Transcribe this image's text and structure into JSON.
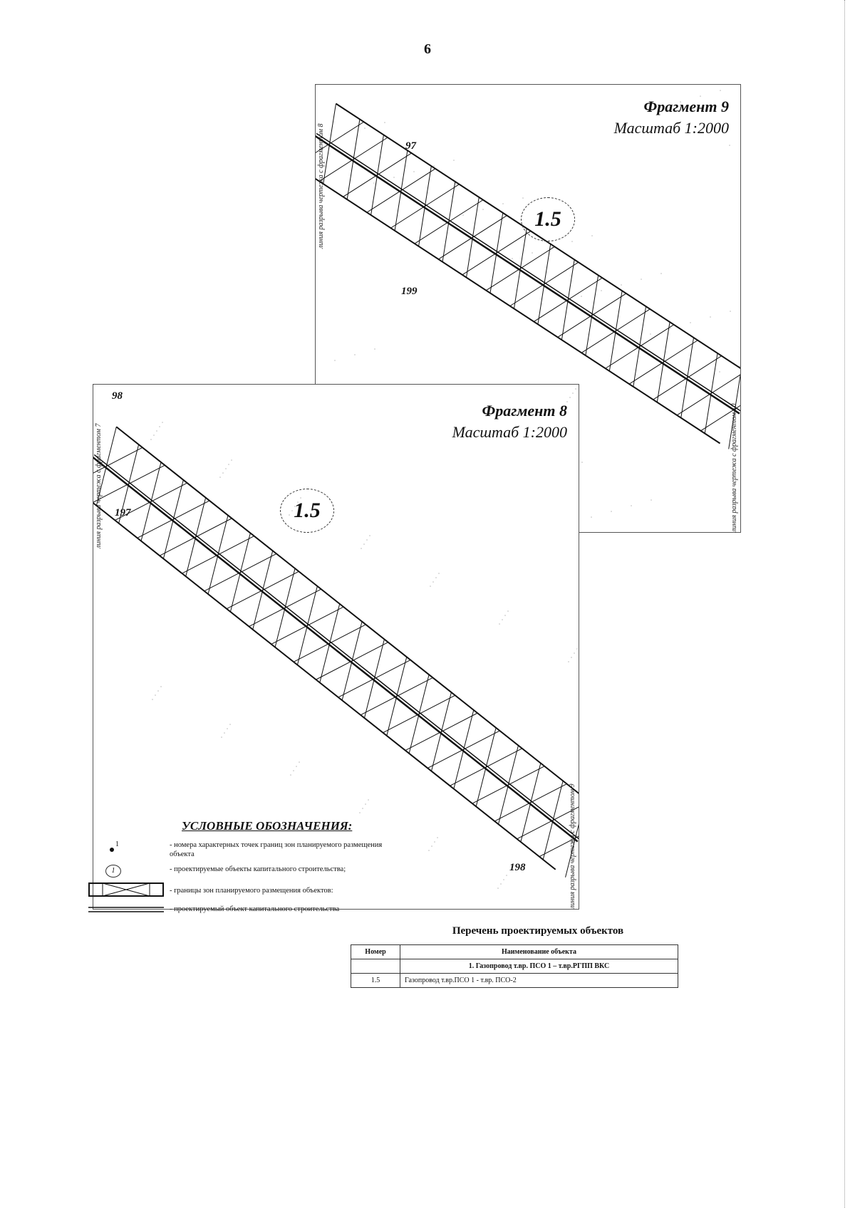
{
  "page": {
    "number": "6"
  },
  "fragments": [
    {
      "name": "Фрагмент 9",
      "scale": "Масштаб 1:2000",
      "left_label": "линия разрыва чертежа с фрагментом 8",
      "right_label": "линия разрыва чертежа с фрагментом 10",
      "points": [
        "97",
        "199"
      ],
      "object_label": "1.5"
    },
    {
      "name": "Фрагмент 8",
      "scale": "Масштаб 1:2000",
      "left_label": "линия разрыва чертежа с фрагментом 7",
      "right_label": "линия разрыва чертежа с фрагментом 9",
      "points": [
        "98",
        "197",
        "198"
      ],
      "object_label": "1.5"
    }
  ],
  "legend": {
    "title": "УСЛОВНЫЕ ОБОЗНАЧЕНИЯ:",
    "items": [
      {
        "icon": "point-number-icon",
        "symbol": "1",
        "text": "- номера характерных точек границ зон планируемого размещения объекта"
      },
      {
        "icon": "object-circle-icon",
        "symbol": "1",
        "text": "- проектируемые объекты капитального строительства;"
      },
      {
        "icon": "hatched-zone-icon",
        "text": "- границы зон планируемого размещения объектов:"
      },
      {
        "icon": "double-line-icon",
        "text": "- проектируемый объект капитального строительства"
      }
    ]
  },
  "objects_table": {
    "title": "Перечень проектируемых объектов",
    "headers": [
      "Номер",
      "Наименование объекта"
    ],
    "group_row": "1. Газопровод т.вр. ПСО 1 – т.вр.РГПП ВКС",
    "rows": [
      {
        "number": "1.5",
        "name": "Газопровод т.вр.ПСО 1 - т.вр. ПСО-2"
      }
    ]
  }
}
